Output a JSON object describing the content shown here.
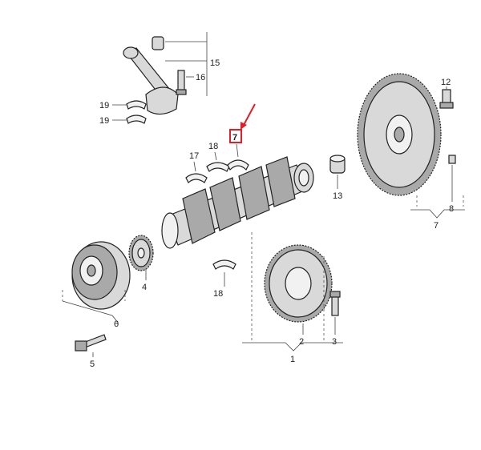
{
  "callouts": {
    "c1": "1",
    "c2": "2",
    "c3": "3",
    "c4": "4",
    "c5": "5",
    "c6": "6",
    "c7": "7",
    "c7_highlight": "7",
    "c8": "8",
    "c12": "12",
    "c13": "13",
    "c15": "15",
    "c16": "16",
    "c17": "17",
    "c18_top": "18",
    "c18_bottom": "18",
    "c19_top": "19",
    "c19_bottom": "19"
  },
  "colors": {
    "highlight": "#e41e26",
    "outline": "#222222",
    "part_fill": "#d9d9d9"
  }
}
